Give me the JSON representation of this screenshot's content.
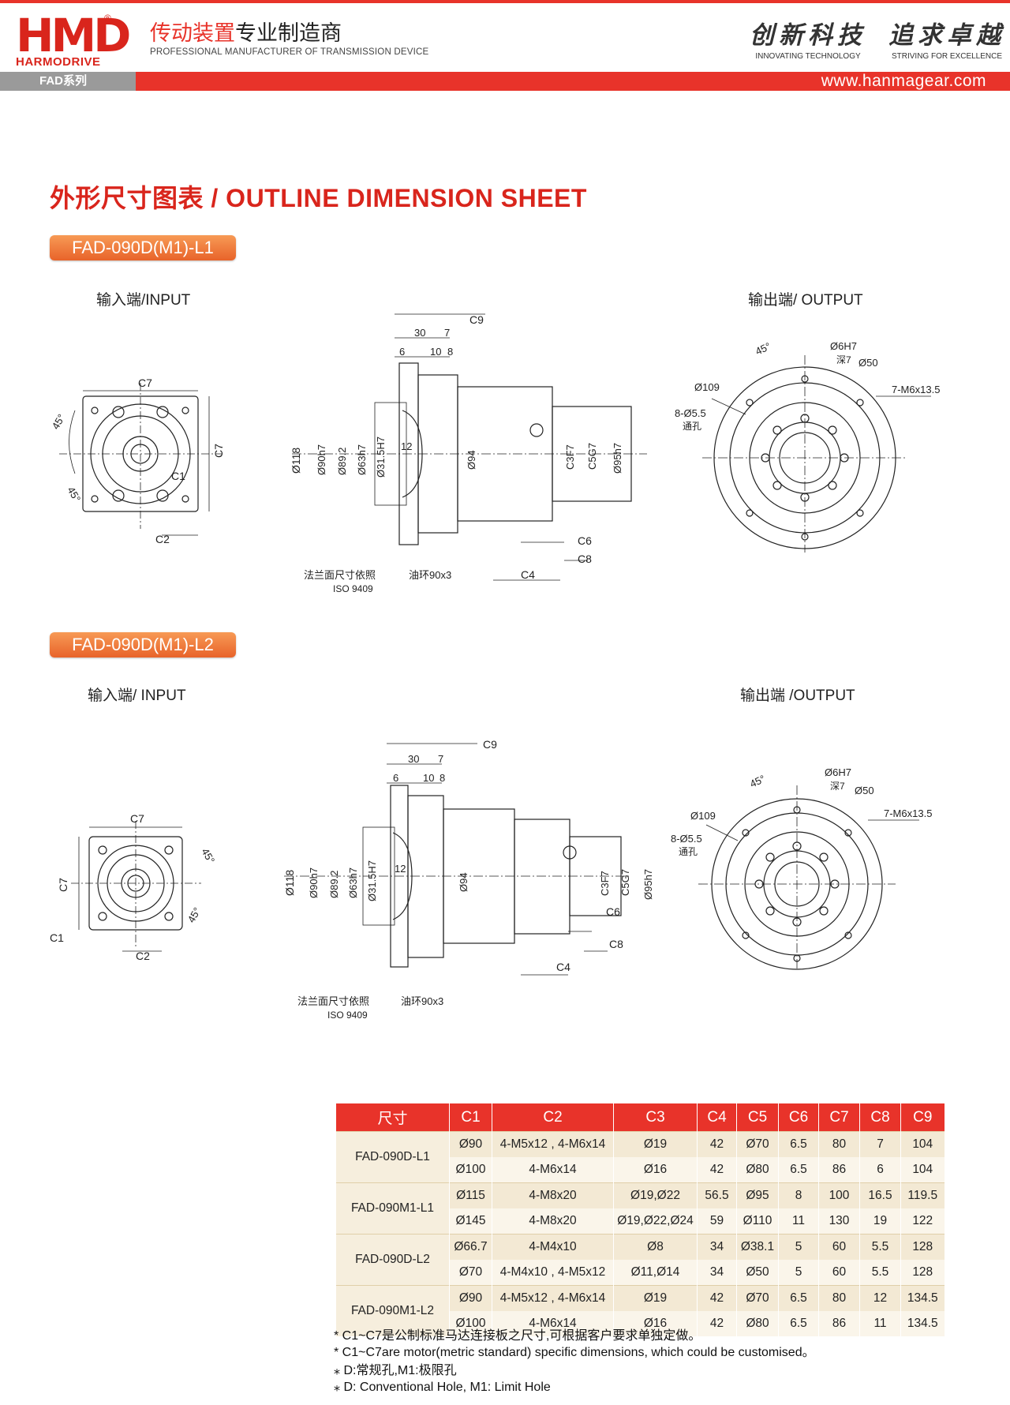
{
  "header": {
    "logo_mark": "HMD",
    "logo_brand": "HARMODRIVE",
    "logo_registered": "®",
    "tagline_cn_accent": "传动装置",
    "tagline_cn": "专业制造商",
    "tagline_en": "PROFESSIONAL MANUFACTURER OF TRANSMISSION DEVICE",
    "slogan1_cn": "创新科技",
    "slogan1_en": "INNOVATING TECHNOLOGY",
    "slogan2_cn": "追求卓越",
    "slogan2_en": "STRIVING FOR EXCELLENCE",
    "series": "FAD系列",
    "website": "www.hanmagear.com"
  },
  "title": "外形尺寸图表 / OUTLINE DIMENSION SHEET",
  "sections": [
    {
      "model": "FAD-090D(M1)-L1",
      "input_label": "输入端/INPUT",
      "output_label": "输出端/ OUTPUT"
    },
    {
      "model": "FAD-090D(M1)-L2",
      "input_label": "输入端/ INPUT",
      "output_label": "输出端 /OUTPUT"
    }
  ],
  "dims": {
    "c1": "C1",
    "c2": "C2",
    "c3": "C3F7",
    "c4": "C4",
    "c5": "C5G7",
    "c6": "C6",
    "c7": "C7",
    "c8": "C8",
    "c9": "C9",
    "d30": "30",
    "d7": "7",
    "d6": "6",
    "d10": "10",
    "d8": "8",
    "d12": "12",
    "d118": "Ø118",
    "d90": "Ø90h7",
    "d89": "Ø89.2",
    "d63": "Ø63h7",
    "d31": "Ø31.5H7",
    "d94": "Ø94",
    "d95": "Ø95h7",
    "a45": "45°",
    "flange_note": "法兰面尺寸依照",
    "iso": "ISO 9409",
    "oil_ring": "油环90x3",
    "d109": "Ø109",
    "d6h7": "Ø6H7",
    "deep7": "深7",
    "d50": "Ø50",
    "holes7": "7-M6x13.5",
    "holes8": "8-Ø5.5",
    "through": "通孔"
  },
  "table": {
    "headers": [
      "尺寸",
      "C1",
      "C2",
      "C3",
      "C4",
      "C5",
      "C6",
      "C7",
      "C8",
      "C9"
    ],
    "groups": [
      {
        "model": "FAD-090D-L1",
        "rows": [
          [
            "Ø90",
            "4-M5x12 , 4-M6x14",
            "Ø19",
            "42",
            "Ø70",
            "6.5",
            "80",
            "7",
            "104"
          ],
          [
            "Ø100",
            "4-M6x14",
            "Ø16",
            "42",
            "Ø80",
            "6.5",
            "86",
            "6",
            "104"
          ]
        ]
      },
      {
        "model": "FAD-090M1-L1",
        "rows": [
          [
            "Ø115",
            "4-M8x20",
            "Ø19,Ø22",
            "56.5",
            "Ø95",
            "8",
            "100",
            "16.5",
            "119.5"
          ],
          [
            "Ø145",
            "4-M8x20",
            "Ø19,Ø22,Ø24",
            "59",
            "Ø110",
            "11",
            "130",
            "19",
            "122"
          ]
        ]
      },
      {
        "model": "FAD-090D-L2",
        "rows": [
          [
            "Ø66.7",
            "4-M4x10",
            "Ø8",
            "34",
            "Ø38.1",
            "5",
            "60",
            "5.5",
            "128"
          ],
          [
            "Ø70",
            "4-M4x10 , 4-M5x12",
            "Ø11,Ø14",
            "34",
            "Ø50",
            "5",
            "60",
            "5.5",
            "128"
          ]
        ]
      },
      {
        "model": "FAD-090M1-L2",
        "rows": [
          [
            "Ø90",
            "4-M5x12 , 4-M6x14",
            "Ø19",
            "42",
            "Ø70",
            "6.5",
            "80",
            "12",
            "134.5"
          ],
          [
            "Ø100",
            "4-M6x14",
            "Ø16",
            "42",
            "Ø80",
            "6.5",
            "86",
            "11",
            "134.5"
          ]
        ]
      }
    ]
  },
  "notes": [
    "* C1~C7是公制标准马达连接板之尺寸,可根据客户要求单独定做。",
    "* C1~C7are motor(metric standard)  specific dimensions, which could be customised。",
    "⁎ D:常规孔,M1:极限孔",
    "⁎ D: Conventional Hole, M1: Limit Hole"
  ],
  "colors": {
    "accent": "#e8332a",
    "gray": "#9a9a9a",
    "table_row": "#f3e9d4"
  }
}
